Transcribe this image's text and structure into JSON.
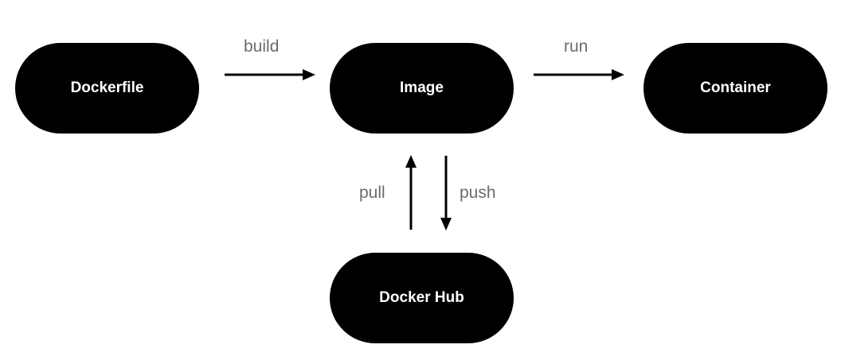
{
  "nodes": {
    "dockerfile": "Dockerfile",
    "image": "Image",
    "container": "Container",
    "docker_hub": "Docker Hub"
  },
  "edges": {
    "build": "build",
    "run": "run",
    "pull": "pull",
    "push": "push"
  },
  "colors": {
    "node_fill": "#000000",
    "node_text": "#ffffff",
    "edge_label": "#6b6b6b",
    "arrow": "#000000"
  }
}
